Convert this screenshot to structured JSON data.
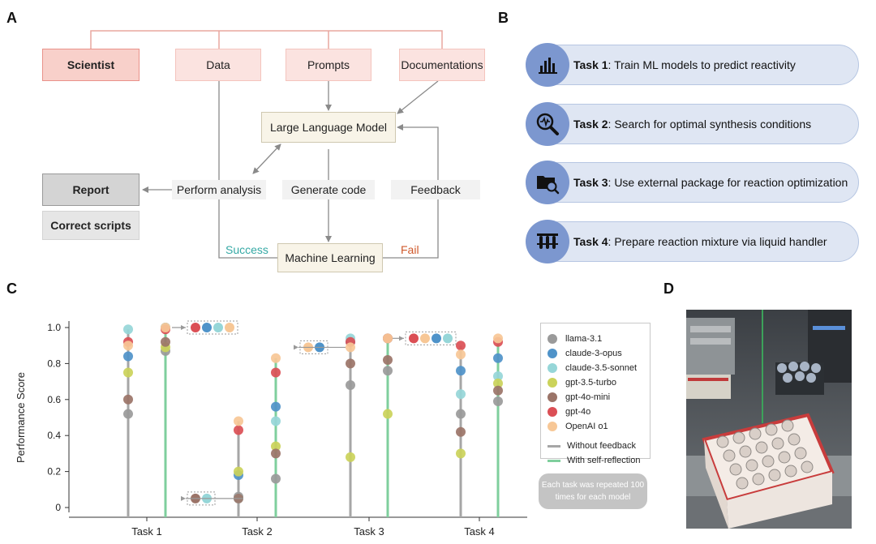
{
  "panels": {
    "a": "A",
    "b": "B",
    "c": "C",
    "d": "D"
  },
  "flow": {
    "scientist": "Scientist",
    "data": "Data",
    "prompts": "Prompts",
    "documentations": "Documentations",
    "llm": "Large Language Model",
    "perform_analysis": "Perform analysis",
    "generate_code": "Generate code",
    "feedback": "Feedback",
    "report": "Report",
    "correct_scripts": "Correct scripts",
    "machine_learning": "Machine Learning",
    "success": "Success",
    "fail": "Fail"
  },
  "tasks": [
    {
      "label": "Task 1",
      "desc": ": Train ML models to predict reactivity",
      "icon": "bar-chart-icon"
    },
    {
      "label": "Task 2",
      "desc": ": Search for optimal synthesis conditions",
      "icon": "magnifier-search-icon"
    },
    {
      "label": "Task 3",
      "desc": ": Use external package for reaction optimization",
      "icon": "folder-search-icon"
    },
    {
      "label": "Task 4",
      "desc": ": Prepare reaction mixture via liquid handler",
      "icon": "test-tubes-icon"
    }
  ],
  "legend_title_note": "Each task was repeated 100 times for each model",
  "colors": {
    "llama-3.1": "#9a9a9a",
    "claude-3-opus": "#4f93c9",
    "claude-3.5-sonnet": "#96d6d8",
    "gpt-3.5-turbo": "#cbd35a",
    "gpt-4o-mini": "#9b7468",
    "gpt-4o": "#db4f55",
    "OpenAI o1": "#f7c796",
    "without": "#a6a6a6",
    "with": "#7fcf9d"
  },
  "chart_data": {
    "type": "scatter",
    "ylabel": "Performance Score",
    "yticks": [
      "0",
      "0.2",
      "0.4",
      "0.6",
      "0.8",
      "1.0"
    ],
    "ylim": [
      0,
      1.0
    ],
    "categories": [
      "Task 1",
      "Task 2",
      "Task 3",
      "Task 4"
    ],
    "legend": [
      "llama-3.1",
      "claude-3-opus",
      "claude-3.5-sonnet",
      "gpt-3.5-turbo",
      "gpt-4o-mini",
      "gpt-4o",
      "OpenAI o1",
      "Without feedback",
      "With self-reflection"
    ],
    "series": [
      {
        "name": "llama-3.1",
        "without": [
          0.52,
          0.06,
          0.68,
          0.52
        ],
        "with": [
          0.87,
          0.16,
          0.76,
          0.59
        ]
      },
      {
        "name": "claude-3-opus",
        "without": [
          0.84,
          0.18,
          0.92,
          0.76
        ],
        "with": [
          1.0,
          0.56,
          0.94,
          0.83
        ]
      },
      {
        "name": "claude-3.5-sonnet",
        "without": [
          0.99,
          0.05,
          0.94,
          0.63
        ],
        "with": [
          1.0,
          0.48,
          0.94,
          0.73
        ]
      },
      {
        "name": "gpt-3.5-turbo",
        "without": [
          0.75,
          0.2,
          0.28,
          0.3
        ],
        "with": [
          0.89,
          0.34,
          0.52,
          0.69
        ]
      },
      {
        "name": "gpt-4o-mini",
        "without": [
          0.6,
          0.05,
          0.8,
          0.42
        ],
        "with": [
          0.92,
          0.3,
          0.82,
          0.65
        ]
      },
      {
        "name": "gpt-4o",
        "without": [
          0.92,
          0.43,
          0.92,
          0.9
        ],
        "with": [
          0.99,
          0.75,
          0.94,
          0.92
        ]
      },
      {
        "name": "OpenAI o1",
        "without": [
          0.9,
          0.48,
          0.89,
          0.85
        ],
        "with": [
          1.0,
          0.83,
          0.94,
          0.94
        ]
      }
    ]
  }
}
